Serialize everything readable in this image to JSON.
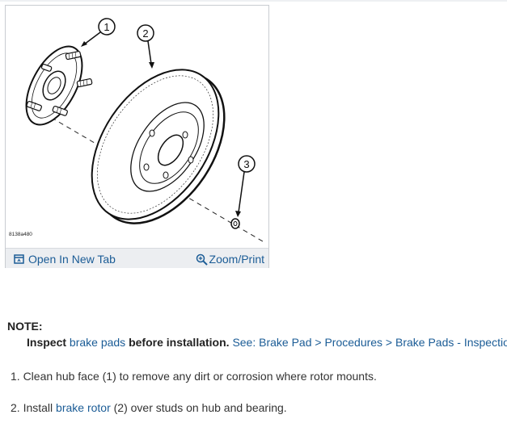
{
  "figure": {
    "code": "8138a480",
    "callouts": [
      "1",
      "2",
      "3"
    ],
    "open_tab_label": "Open In New Tab",
    "zoom_label": "Zoom/Print",
    "icons": {
      "open": "open-in-new-tab-icon",
      "zoom": "zoom-in-icon"
    }
  },
  "note": {
    "label": "NOTE:",
    "pre": "Inspect ",
    "link_text": "brake pads",
    "post": " before installation.",
    "see_link": "See: Brake Pad > Procedures > Brake Pads - Inspection"
  },
  "steps": [
    {
      "text": "1. Clean hub face (1) to remove any dirt or corrosion where rotor mounts."
    },
    {
      "pre": "2. Install ",
      "link": "brake rotor",
      "post": " (2) over studs on hub and bearing."
    }
  ],
  "colors": {
    "link": "#1b5c96",
    "bar": "#eceef1",
    "border": "#c9ccd1"
  }
}
